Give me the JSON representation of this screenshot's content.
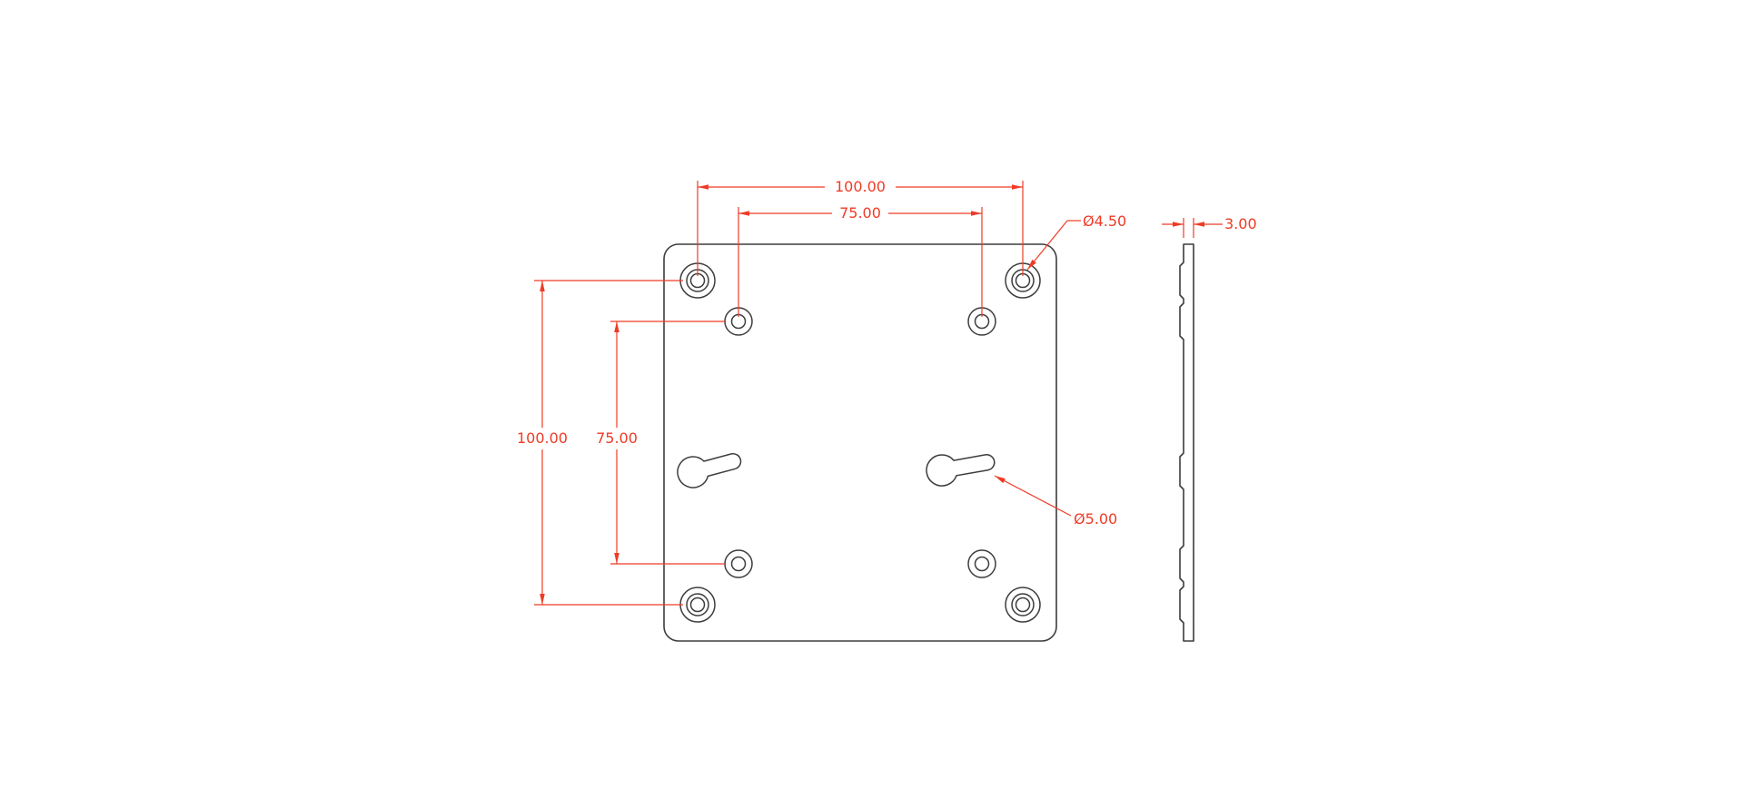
{
  "drawing": {
    "dimensions": {
      "outer_hole_spacing_h": "100.00",
      "inner_hole_spacing_h": "75.00",
      "outer_hole_spacing_v": "100.00",
      "inner_hole_spacing_v": "75.00",
      "mount_hole_diameter": "Ø4.50",
      "keyhole_slot_diameter": "Ø5.00",
      "plate_thickness": "3.00"
    },
    "colors": {
      "dimension": "#ee3b26",
      "outline": "#3d3d3d",
      "background": "#ffffff"
    }
  }
}
